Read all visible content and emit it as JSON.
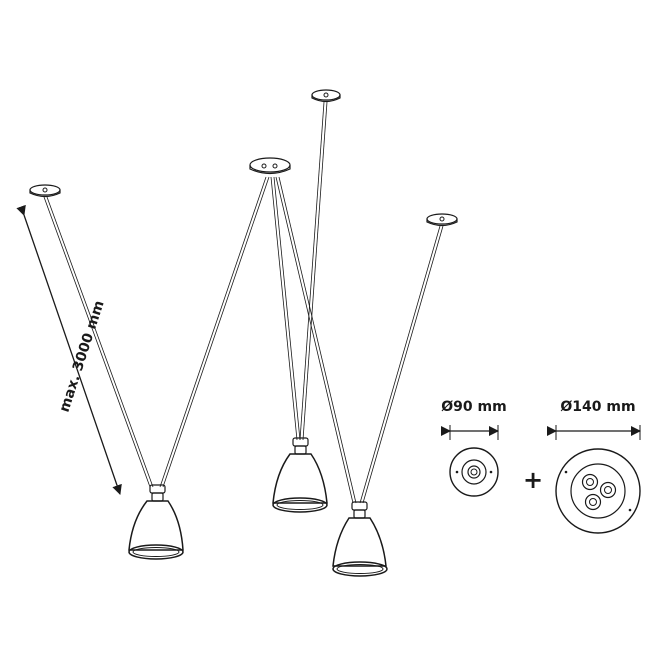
{
  "dimensions": {
    "cable_length": "max. 3000 mm",
    "single_canopy_diameter": "Ø90 mm",
    "multi_canopy_diameter": "Ø140 mm"
  },
  "symbols": {
    "plus": "+"
  },
  "icons": [
    "ceiling-canopy-icon",
    "lamp-shade-icon",
    "dimension-arrow-icon",
    "plus-icon"
  ],
  "colors": {
    "line": "#1a1a1a",
    "background": "#ffffff"
  }
}
